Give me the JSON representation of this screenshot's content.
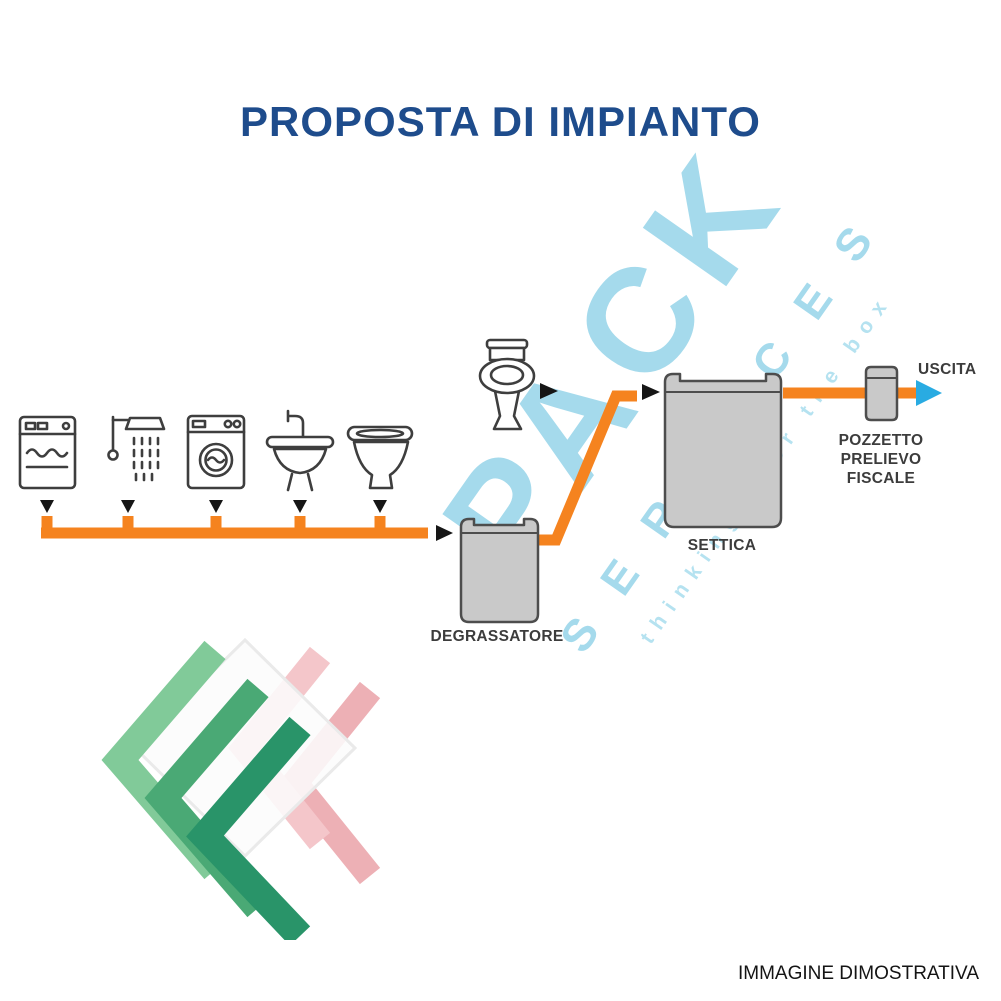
{
  "title": "PROPOSTA DI IMPIANTO",
  "watermark": {
    "brand": "PACK",
    "services": "SERVICES",
    "tagline": "thinking over the box"
  },
  "labels": {
    "degrassatore": "DEGRASSATORE",
    "settica": "SETTICA",
    "pozzetto": [
      "POZZETTO",
      "PRELIEVO",
      "FISCALE"
    ],
    "uscita": "USCITA"
  },
  "footer_note": "IMMAGINE DIMOSTRATIVA",
  "icons": [
    "dishwasher-icon",
    "shower-icon",
    "washing-machine-icon",
    "sink-icon",
    "bidet-icon",
    "toilet-icon",
    "flow-arrow-icon",
    "outlet-arrow-icon",
    "green-chevron-icon",
    "pink-chevron-icon",
    "diamond-icon"
  ],
  "colors": {
    "pipe_orange": "#F5831F",
    "title_blue": "#1E4C8C",
    "watermark_blue": "#9CD7EA",
    "watermark_blue_soft": "#AEDFEF",
    "tank_gray": "#C9C9C9",
    "tank_outline": "#4D4D4D",
    "outlet_blue": "#29ABE2",
    "label_gray": "#3C3C3C"
  }
}
